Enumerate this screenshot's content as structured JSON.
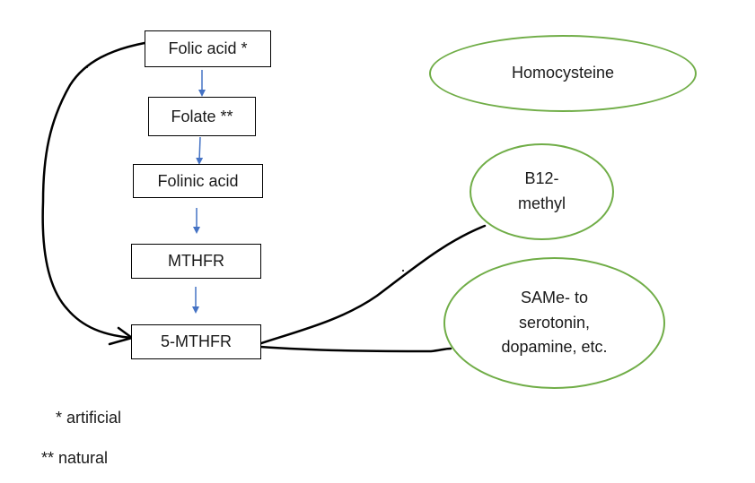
{
  "boxes": {
    "folic_acid": "Folic acid *",
    "folate": "Folate **",
    "folinic_acid": "Folinic acid",
    "mthfr": "MTHFR",
    "five_mthfr": "5-MTHFR"
  },
  "ovals": {
    "homocysteine": "Homocysteine",
    "b12_line1": "B12-",
    "b12_line2": "methyl",
    "same_line1": "SAMe- to",
    "same_line2": "serotonin,",
    "same_line3": "dopamine, etc."
  },
  "notes": {
    "artificial": "* artificial",
    "natural": "** natural"
  },
  "colors": {
    "arrow": "#4472c4",
    "oval_border": "#70ad47",
    "ink": "#000000"
  }
}
